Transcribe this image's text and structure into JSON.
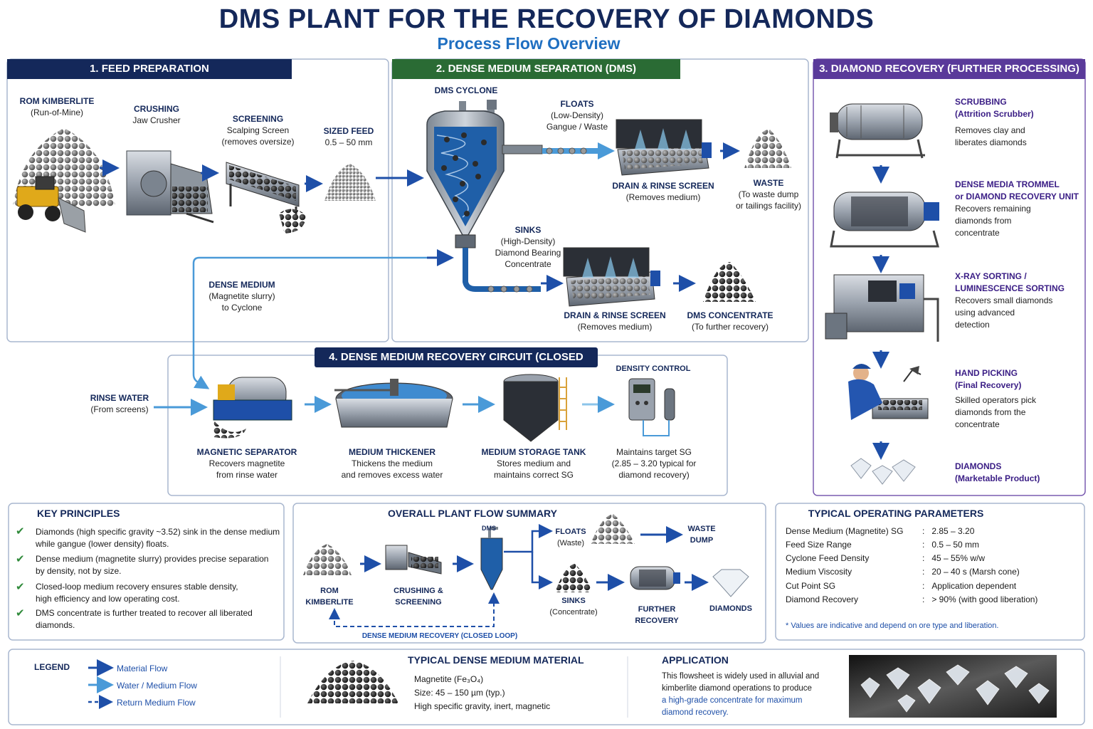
{
  "title": "DMS PLANT FOR THE RECOVERY OF DIAMONDS",
  "subtitle": "Process Flow Overview",
  "colors": {
    "navy": "#14285a",
    "green": "#2a6b34",
    "purple": "#5a3a9a",
    "arrow_dark": "#1e4fa8",
    "arrow_light": "#4a9ad8"
  },
  "feed_prep": {
    "title": "1. FEED PREPARATION",
    "rom": {
      "name": "ROM KIMBERLITE",
      "sub": "(Run-of-Mine)"
    },
    "crushing": {
      "name": "CRUSHING",
      "sub": "Jaw Crusher"
    },
    "screening": {
      "name": "SCREENING",
      "sub1": "Scalping Screen",
      "sub2": "(removes oversize)"
    },
    "sized": {
      "name": "SIZED FEED",
      "sub": "0.5 – 50 mm"
    }
  },
  "dms": {
    "title": "2. DENSE MEDIUM SEPARATION (DMS)",
    "cyclone": "DMS CYCLONE",
    "floats": {
      "name": "FLOATS",
      "sub1": "(Low-Density)",
      "sub2": "Gangue / Waste"
    },
    "drain1": {
      "name": "DRAIN & RINSE SCREEN",
      "sub": "(Removes medium)"
    },
    "waste": {
      "name": "WASTE",
      "sub1": "(To waste dump",
      "sub2": "or tailings facility)"
    },
    "sinks": {
      "name": "SINKS",
      "sub1": "(High-Density)",
      "sub2": "Diamond Bearing",
      "sub3": "Concentrate"
    },
    "drain2": {
      "name": "DRAIN & RINSE SCREEN",
      "sub": "(Removes medium)"
    },
    "conc": {
      "name": "DMS CONCENTRATE",
      "sub": "(To further recovery)"
    },
    "medium": {
      "name": "DENSE MEDIUM",
      "sub1": "(Magnetite slurry)",
      "sub2": "to Cyclone"
    }
  },
  "recovery": {
    "title": "3. DIAMOND RECOVERY (FURTHER PROCESSING)",
    "steps": [
      {
        "name": "SCRUBBING",
        "sub": "(Attrition Scrubber)",
        "desc1": "Removes clay and",
        "desc2": "liberates diamonds",
        "desc3": ""
      },
      {
        "name": "DENSE MEDIA TROMMEL",
        "sub": "or DIAMOND RECOVERY UNIT",
        "desc1": "Recovers remaining",
        "desc2": "diamonds from",
        "desc3": "concentrate"
      },
      {
        "name": "X-RAY SORTING /",
        "sub": "LUMINESCENCE SORTING",
        "desc1": "Recovers small diamonds",
        "desc2": "using advanced",
        "desc3": "detection"
      },
      {
        "name": "HAND PICKING",
        "sub": "(Final Recovery)",
        "desc1": "Skilled operators pick",
        "desc2": "diamonds from the",
        "desc3": "concentrate"
      },
      {
        "name": "DIAMONDS",
        "sub": "(Marketable Product)",
        "desc1": "",
        "desc2": "",
        "desc3": ""
      }
    ]
  },
  "medium_circuit": {
    "title": "4. DENSE MEDIUM RECOVERY CIRCUIT (CLOSED LOOP)",
    "rinse": {
      "name": "RINSE WATER",
      "sub": "(From screens)"
    },
    "magsep": {
      "name": "MAGNETIC SEPARATOR",
      "sub1": "Recovers magnetite",
      "sub2": "from rinse water"
    },
    "thickener": {
      "name": "MEDIUM THICKENER",
      "sub1": "Thickens the medium",
      "sub2": "and removes excess water"
    },
    "tank": {
      "name": "MEDIUM STORAGE TANK",
      "sub1": "Stores medium and",
      "sub2": "maintains correct SG"
    },
    "density": {
      "name": "DENSITY CONTROL",
      "sub1": "Maintains target SG",
      "sub2": "(2.85 – 3.20 typical for",
      "sub3": "diamond recovery)"
    }
  },
  "key_principles": {
    "title": "KEY PRINCIPLES",
    "items": [
      {
        "l1": "Diamonds (high specific gravity ~3.52) sink in the dense medium",
        "l2": "while gangue (lower density) floats."
      },
      {
        "l1": "Dense medium (magnetite slurry) provides precise separation",
        "l2": "by density, not by size."
      },
      {
        "l1": "Closed-loop medium recovery ensures stable density,",
        "l2": "high efficiency and low operating cost."
      },
      {
        "l1": "DMS concentrate is further treated to recover all liberated",
        "l2": "diamonds."
      }
    ]
  },
  "summary": {
    "title": "OVERALL PLANT FLOW SUMMARY",
    "rom1": "ROM",
    "rom2": "KIMBERLITE",
    "crush1": "CRUSHING &",
    "crush2": "SCREENING",
    "dms": "DMS",
    "floats1": "FLOATS",
    "floats2": "(Waste)",
    "waste1": "WASTE",
    "waste2": "DUMP",
    "sinks1": "SINKS",
    "sinks2": "(Concentrate)",
    "further1": "FURTHER",
    "further2": "RECOVERY",
    "diamonds": "DIAMONDS",
    "loop": "DENSE MEDIUM RECOVERY (CLOSED LOOP)"
  },
  "params": {
    "title": "TYPICAL OPERATING PARAMETERS",
    "rows": [
      {
        "k": "Dense Medium (Magnetite) SG",
        "v": "2.85 – 3.20"
      },
      {
        "k": "Feed Size Range",
        "v": "0.5 – 50 mm"
      },
      {
        "k": "Cyclone Feed Density",
        "v": "45 – 55% w/w"
      },
      {
        "k": "Medium Viscosity",
        "v": "20 – 40 s (Marsh cone)"
      },
      {
        "k": "Cut Point SG",
        "v": "Application dependent"
      },
      {
        "k": "Diamond Recovery",
        "v": "> 90% (with good liberation)"
      }
    ],
    "note": "* Values are indicative and depend on ore type and liberation."
  },
  "legend": {
    "title": "LEGEND",
    "material": "Material Flow",
    "water": "Water / Medium Flow",
    "return": "Return Medium Flow"
  },
  "material": {
    "title": "TYPICAL DENSE MEDIUM MATERIAL",
    "l1": "Magnetite (Fe₃O₄)",
    "l2": "Size: 45 – 150 µm (typ.)",
    "l3": "High specific gravity, inert, magnetic"
  },
  "application": {
    "title": "APPLICATION",
    "l1": "This flowsheet is widely used in alluvial and",
    "l2": "kimberlite diamond operations to produce",
    "l3": "a high-grade concentrate for maximum",
    "l4": "diamond recovery."
  }
}
